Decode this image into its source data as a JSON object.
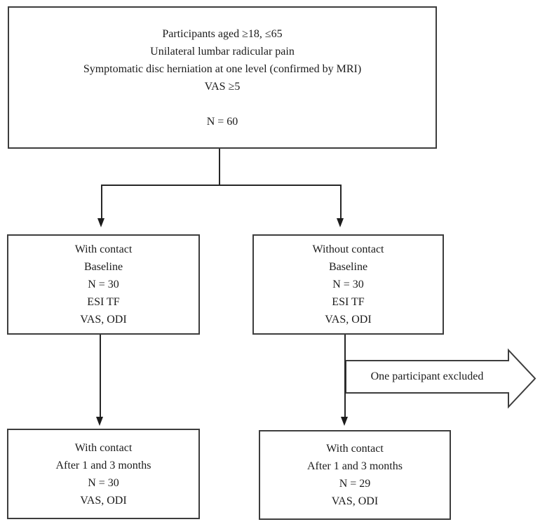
{
  "figure": {
    "title": "study-participant-flowchart",
    "background_color": "#ffffff",
    "box_border_color": "#3d3d3d",
    "line_color": "#262626",
    "text_color": "#1b1b1b"
  },
  "boxes": {
    "eligibility": {
      "lines": [
        "Participants aged ≥18, ≤65",
        "Unilateral lumbar radicular pain",
        "Symptomatic disc herniation at one level (confirmed by MRI)",
        "VAS ≥5",
        "",
        "N = 60"
      ]
    },
    "with_contact_baseline": {
      "lines": [
        "With contact",
        "Baseline",
        "N = 30",
        "ESI TF",
        "VAS, ODI"
      ]
    },
    "without_contact_baseline": {
      "lines": [
        "Without contact",
        "Baseline",
        "N = 30",
        "ESI TF",
        "VAS, ODI"
      ]
    },
    "with_contact_followup": {
      "lines": [
        "With contact",
        "After 1 and 3 months",
        "N = 30",
        "VAS, ODI"
      ]
    },
    "without_contact_followup": {
      "lines": [
        "With contact",
        "After 1 and 3 months",
        "N = 29",
        "VAS, ODI"
      ]
    }
  },
  "annotations": {
    "exclusion_label": "One participant excluded"
  }
}
